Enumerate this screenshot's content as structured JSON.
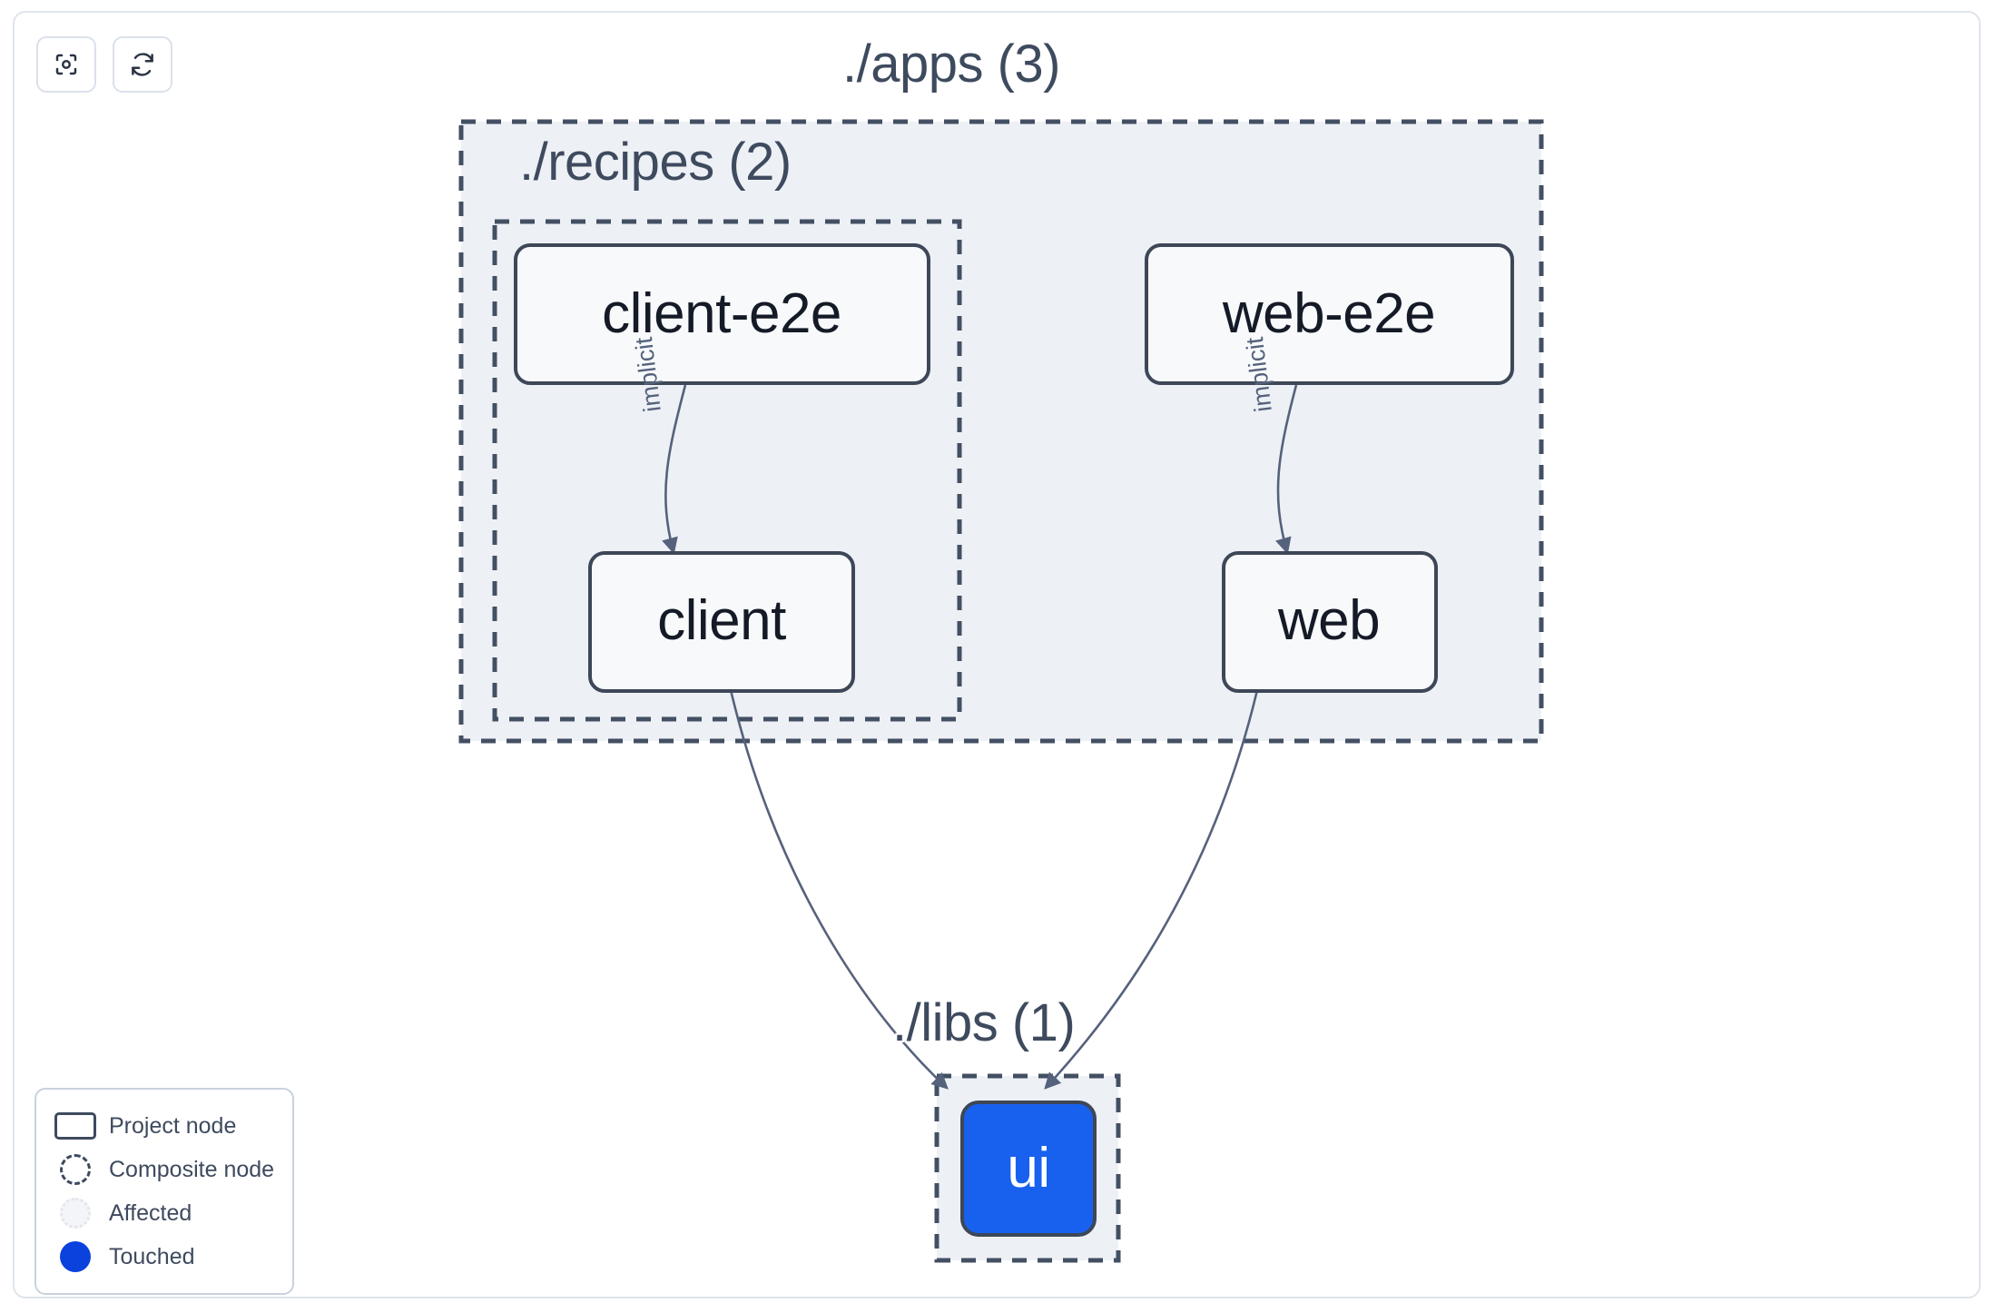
{
  "toolbar": {
    "buttons": [
      {
        "name": "focus-graph",
        "icon": "focus-target-icon",
        "label": "Focus graph"
      },
      {
        "name": "refresh-graph",
        "icon": "refresh-icon",
        "label": "Refresh graph"
      }
    ]
  },
  "graph": {
    "groups": [
      {
        "id": "apps",
        "label": "./apps (3)",
        "count": 3
      },
      {
        "id": "recipes",
        "label": "./recipes (2)",
        "count": 2
      },
      {
        "id": "libs",
        "label": "./libs (1)",
        "count": 1
      }
    ],
    "nodes": [
      {
        "id": "client-e2e",
        "label": "client-e2e",
        "group": "recipes",
        "state": "project"
      },
      {
        "id": "web-e2e",
        "label": "web-e2e",
        "group": "apps",
        "state": "project"
      },
      {
        "id": "client",
        "label": "client",
        "group": "recipes",
        "state": "project"
      },
      {
        "id": "web",
        "label": "web",
        "group": "apps",
        "state": "project"
      },
      {
        "id": "ui",
        "label": "ui",
        "group": "libs",
        "state": "touched"
      }
    ],
    "edges": [
      {
        "from": "client-e2e",
        "to": "client",
        "label": "implicit"
      },
      {
        "from": "web-e2e",
        "to": "web",
        "label": "implicit"
      },
      {
        "from": "client",
        "to": "ui",
        "label": ""
      },
      {
        "from": "web",
        "to": "ui",
        "label": ""
      }
    ]
  },
  "legend": {
    "items": [
      {
        "swatch": "project-node-swatch",
        "label": "Project node"
      },
      {
        "swatch": "composite-node-swatch",
        "label": "Composite node"
      },
      {
        "swatch": "affected-swatch",
        "label": "Affected"
      },
      {
        "swatch": "touched-swatch",
        "label": "Touched"
      }
    ]
  },
  "colors": {
    "touched": "#1861ef",
    "legend_touched": "#0b41dd",
    "group_fill": "#edf0f5",
    "group_border": "#434f63",
    "node_fill": "#f7f9fb",
    "node_border": "#3d4757",
    "edge": "#56627c",
    "text": "#3e4a5e"
  }
}
